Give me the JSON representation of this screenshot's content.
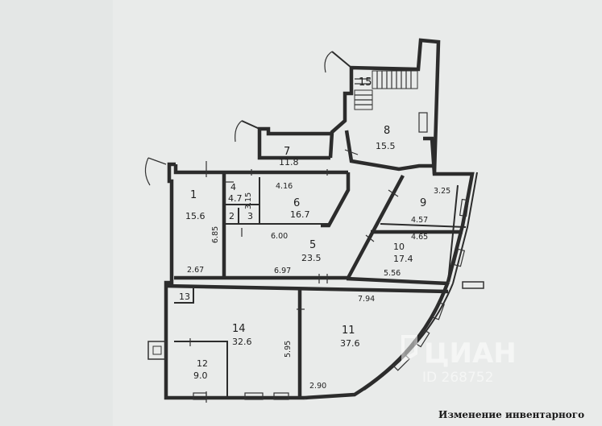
{
  "rooms": [
    {
      "id": "1",
      "label": "1",
      "area": "15.6"
    },
    {
      "id": "2",
      "label": "2",
      "area": ""
    },
    {
      "id": "3",
      "label": "3",
      "area": ""
    },
    {
      "id": "4",
      "label": "4",
      "area": "4.7"
    },
    {
      "id": "5",
      "label": "5",
      "area": "23.5"
    },
    {
      "id": "6",
      "label": "6",
      "area": "16.7"
    },
    {
      "id": "7",
      "label": "7",
      "area": "11.8"
    },
    {
      "id": "8",
      "label": "8",
      "area": "15.5"
    },
    {
      "id": "9",
      "label": "9",
      "area": ""
    },
    {
      "id": "10",
      "label": "10",
      "area": "17.4"
    },
    {
      "id": "11",
      "label": "11",
      "area": "37.6"
    },
    {
      "id": "12",
      "label": "12",
      "area": "9.0"
    },
    {
      "id": "13",
      "label": "13",
      "area": ""
    },
    {
      "id": "14",
      "label": "14",
      "area": "32.6"
    },
    {
      "id": "15",
      "label": "15",
      "area": ""
    }
  ],
  "dimensions": {
    "d_6_85": "6.85",
    "d_2_67": "2.67",
    "d_6_00": "6.00",
    "d_6_97": "6.97",
    "d_4_16": "4.16",
    "d_3_25": "3.25",
    "d_4_57": "4.57",
    "d_4_65": "4.65",
    "d_5_56": "5.56",
    "d_7_94": "7.94",
    "d_5_95": "5.95",
    "d_2_90": "2.90",
    "d_3_15": "3.15"
  },
  "watermark": {
    "brand": "ЦИАН",
    "id": "ID 268752"
  },
  "caption": "Изменение инвентарного",
  "colors": {
    "paper": "#e9ebea",
    "ink": "#2c2c2c",
    "watermark": "#ffffff"
  }
}
